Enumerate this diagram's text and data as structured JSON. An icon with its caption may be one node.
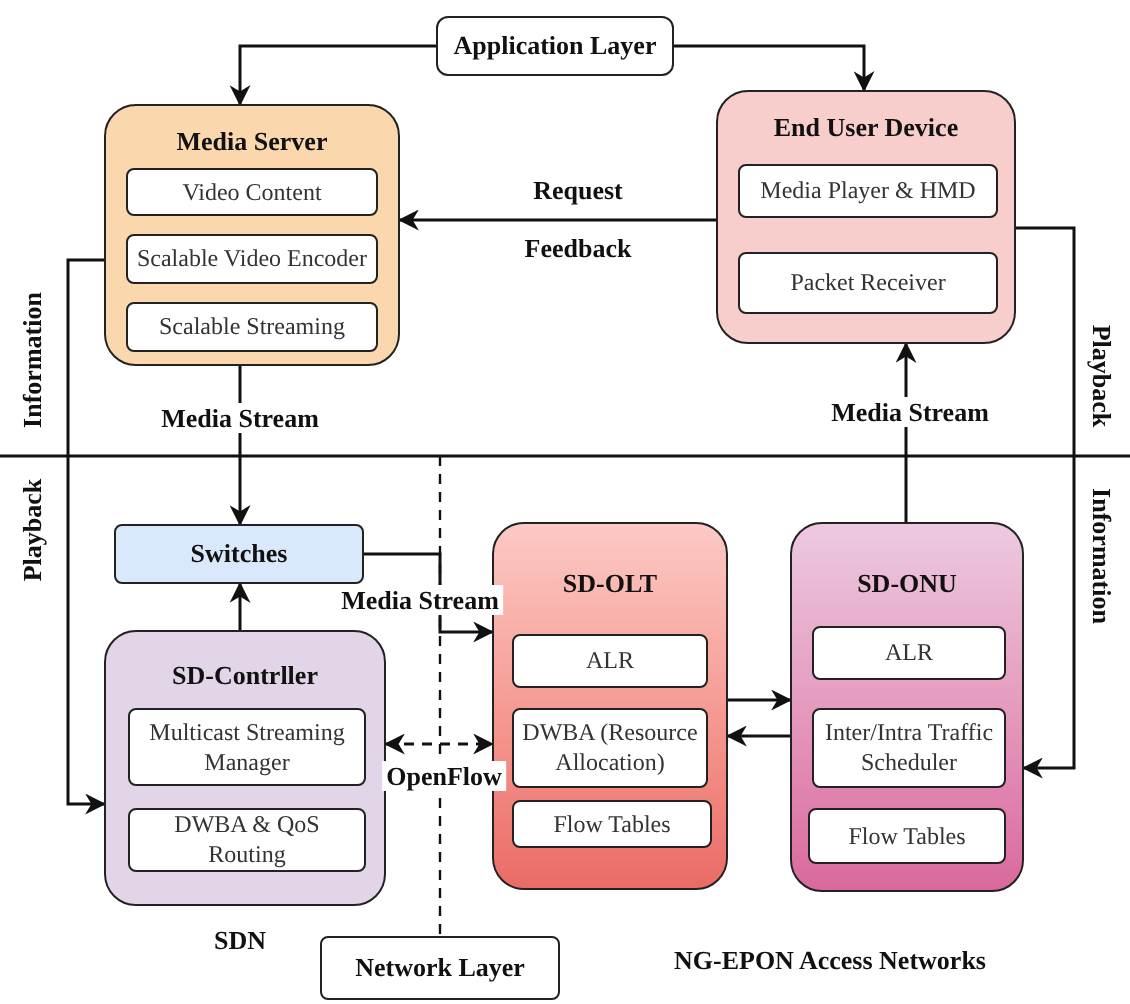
{
  "diagram": {
    "nodes": [
      {
        "text": [
          "Application Layer"
        ]
      },
      {
        "text": [
          "Media Server"
        ]
      },
      {
        "text": [
          "Video Content"
        ],
        "in": 1
      },
      {
        "text": [
          "Scalable Video Encoder"
        ],
        "in": 1
      },
      {
        "text": [
          "Scalable Streaming"
        ],
        "in": 1
      },
      {
        "text": [
          "End User Device"
        ]
      },
      {
        "text": [
          "Media Player & HMD"
        ],
        "in": 5
      },
      {
        "text": [
          "Packet Receiver"
        ],
        "in": 5
      },
      {
        "text": [
          "Switches"
        ]
      },
      {
        "text": [
          "SD-Contrller"
        ]
      },
      {
        "text": [
          "Multicast Streaming Manager"
        ],
        "in": 9
      },
      {
        "text": [
          "DWBA & QoS Routing"
        ],
        "in": 9
      },
      {
        "text": [
          "SD-OLT"
        ]
      },
      {
        "text": [
          "ALR"
        ],
        "in": 12
      },
      {
        "text": [
          "DWBA (Resource Allocation)"
        ],
        "in": 12
      },
      {
        "text": [
          "Flow Tables"
        ],
        "in": 12
      },
      {
        "text": [
          "SD-ONU"
        ]
      },
      {
        "text": [
          "ALR"
        ],
        "in": 16
      },
      {
        "text": [
          "Inter/Intra Traffic Scheduler"
        ],
        "in": 16
      },
      {
        "text": [
          "Flow Tables"
        ],
        "in": 16
      },
      {
        "text": [
          "Network Layer"
        ]
      }
    ],
    "edges": [
      {
        "from": 0,
        "to": 1,
        "arrow": "to"
      },
      {
        "from": 0,
        "to": 5,
        "arrow": "to"
      },
      {
        "from": 5,
        "to": 1,
        "arrow": "to",
        "label": "Request"
      },
      {
        "from": 1,
        "to": 8,
        "arrow": "to",
        "label": "Media Stream"
      },
      {
        "from": 16,
        "to": 5,
        "arrow": "to",
        "label": "Media Stream"
      },
      {
        "from": 9,
        "to": 8,
        "arrow": "to"
      },
      {
        "from": 8,
        "to": 12,
        "arrow": "to",
        "label": "Media Stream"
      },
      {
        "from": 9,
        "to": 12,
        "arrow": "both",
        "label": "OpenFlow",
        "style": "dashed"
      },
      {
        "from": 12,
        "to": 16,
        "arrow": "to"
      },
      {
        "from": 16,
        "to": 12,
        "arrow": "to"
      },
      {
        "from": 1,
        "to": 9,
        "arrow": "to"
      },
      {
        "from": 5,
        "to": 16,
        "arrow": "to"
      }
    ],
    "labels": [
      "Feedback",
      "Information",
      "Playback",
      "Playback",
      "Information",
      "SDN",
      "NG-EPON Access Networks"
    ]
  }
}
